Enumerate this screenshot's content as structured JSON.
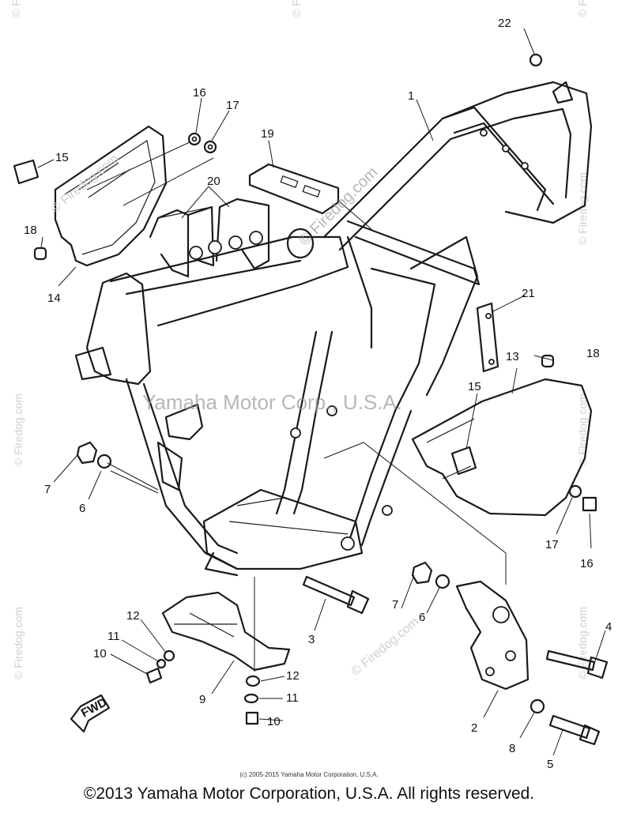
{
  "diagram": {
    "callouts": [
      "1",
      "2",
      "3",
      "4",
      "5",
      "6",
      "6",
      "7",
      "7",
      "8",
      "9",
      "10",
      "10",
      "11",
      "11",
      "12",
      "12",
      "13",
      "14",
      "15",
      "15",
      "16",
      "16",
      "17",
      "17",
      "18",
      "18",
      "19",
      "20",
      "21",
      "22"
    ],
    "fwd_label": "FWD"
  },
  "watermarks": {
    "center_text": "Yamaha Motor Corp., U.S.A.",
    "side_text": "© Firedog.com",
    "diag_text": "© Firedog.com"
  },
  "footer": {
    "small_copyright": "(c) 2005-2015 Yamaha Motor Corporation, U.S.A.",
    "main_copyright": "©2013 Yamaha Motor Corporation, U.S.A. All rights reserved."
  }
}
